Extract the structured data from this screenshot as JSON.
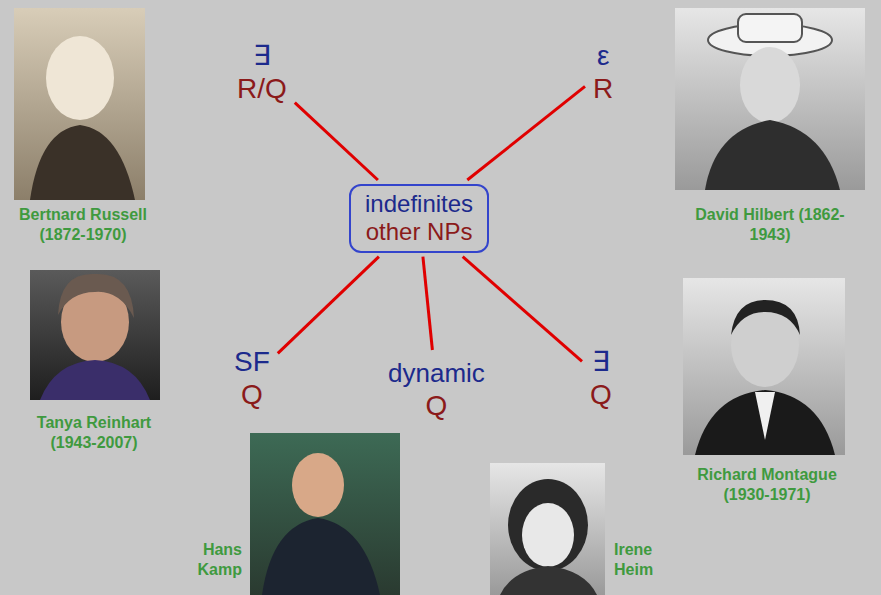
{
  "diagram": {
    "nodes": [
      {
        "text": [
          "∃",
          "R/Q"
        ]
      },
      {
        "text": [
          "ε",
          "R"
        ]
      },
      {
        "text": [
          "indefinites",
          "other NPs"
        ]
      },
      {
        "text": [
          "SF",
          "Q"
        ]
      },
      {
        "text": [
          "dynamic",
          "Q"
        ]
      },
      {
        "text": [
          "∃",
          "Q"
        ]
      }
    ],
    "edges": [
      {
        "from": 2,
        "to": 0,
        "arrow": "none"
      },
      {
        "from": 2,
        "to": 1,
        "arrow": "none"
      },
      {
        "from": 2,
        "to": 3,
        "arrow": "none"
      },
      {
        "from": 2,
        "to": 4,
        "arrow": "none"
      },
      {
        "from": 2,
        "to": 5,
        "arrow": "none"
      }
    ],
    "labels": [
      "Bertnard Russell (1872-1970)",
      "David Hilbert (1862-1943)",
      "Tanya Reinhart (1943-2007)",
      "Richard Montague (1930-1971)",
      "Hans Kamp",
      "Irene Heim"
    ]
  }
}
